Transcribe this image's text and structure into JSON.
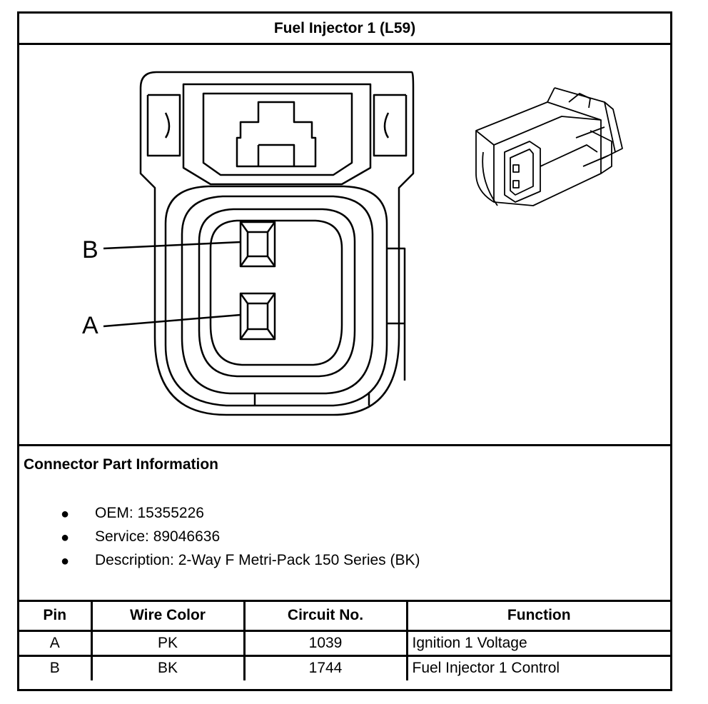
{
  "title": "Fuel Injector 1 (L59)",
  "figure": {
    "pin_labels": {
      "b": "B",
      "a": "A"
    },
    "connector_face_icon": "connector-face-view",
    "connector_iso_icon": "connector-isometric-view"
  },
  "info": {
    "heading": "Connector Part Information",
    "items": [
      "OEM: 15355226",
      "Service: 89046636",
      "Description: 2-Way F Metri-Pack 150 Series (BK)"
    ]
  },
  "table": {
    "headers": [
      "Pin",
      "Wire Color",
      "Circuit No.",
      "Function"
    ],
    "rows": [
      [
        "A",
        "PK",
        "1039",
        "Ignition 1 Voltage"
      ],
      [
        "B",
        "BK",
        "1744",
        "Fuel Injector 1 Control"
      ]
    ]
  }
}
